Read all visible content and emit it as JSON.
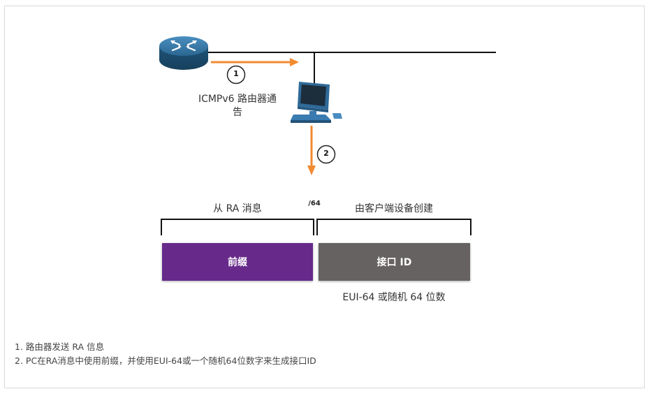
{
  "diagram": {
    "step1_number": "1",
    "step2_number": "2",
    "ra_label_line1": "ICMPv6 路由器通",
    "ra_label_line2": "告",
    "from_ra_label": "从 RA 消息",
    "prefix_length": "/64",
    "by_client_label": "由客户端设备创建",
    "prefix_box": "前缀",
    "interface_id_box": "接口 ID",
    "eui_label": "EUI-64 或随机 64 位数"
  },
  "notes": [
    "1. 路由器发送 RA 信息",
    "2. PC在RA消息中使用前缀，并使用EUI-64或一个随机64位数字来生成接口ID"
  ],
  "colors": {
    "arrow": "#f28a30",
    "prefix_box": "#672a8a",
    "interface_box": "#676262",
    "router": "#2f6d96",
    "pc": "#3a7bb0"
  },
  "icons": [
    "router-icon",
    "pc-icon"
  ]
}
